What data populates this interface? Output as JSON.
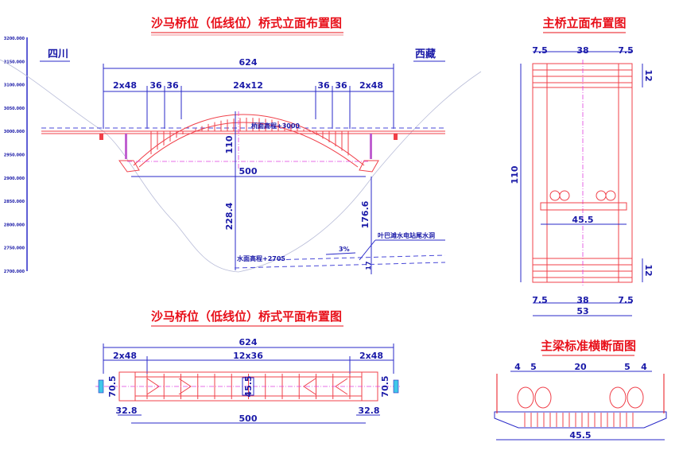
{
  "elevation_view": {
    "title": "沙马桥位（低线位）桥式立面布置图",
    "left_direction": "四川",
    "right_direction": "西藏",
    "scale_ticks": [
      "3200.000",
      "3150.000",
      "3100.000",
      "3050.000",
      "3000.000",
      "2950.000",
      "2900.000",
      "2850.000",
      "2800.000",
      "2750.000",
      "2700.000"
    ],
    "total_span": "624",
    "sub_spans": [
      "2x48",
      "36",
      "36",
      "24x12",
      "36",
      "36",
      "2x48"
    ],
    "arch_span": "500",
    "rise": "110",
    "height_left": "228.4",
    "height_right": "176.6",
    "deck_elevation": "桥面高程+3000",
    "water_elevation": "水面高程+2705",
    "tunnel_label": "叶巴滩水电站尾水洞",
    "slope": "3%",
    "tunnel_dim": "17"
  },
  "tower_view": {
    "title": "主桥立面布置图",
    "top_dims": [
      "7.5",
      "38",
      "7.5"
    ],
    "bottom_dims": [
      "7.5",
      "38",
      "7.5"
    ],
    "total_width": "53",
    "height": "110",
    "top_dim": "12",
    "bottom_dim": "12",
    "deck_width": "45.5"
  },
  "plan_view": {
    "title": "沙马桥位（低线位）桥式平面布置图",
    "total_span": "624",
    "sub_spans": [
      "2x48",
      "12x36",
      "2x48"
    ],
    "width_left": "70.5",
    "width_right": "70.5",
    "deck_width": "45.5",
    "abutment_left": "32.8",
    "abutment_right": "32.8",
    "arch_span": "500"
  },
  "cross_section": {
    "title": "主梁标准横断面图",
    "dims": [
      "4",
      "5",
      "20",
      "5",
      "4"
    ],
    "total_width": "45.5"
  },
  "colors": {
    "title": "#e8101a",
    "dimension": "#1a1aa8",
    "structure": "#f0404a",
    "axis": "#e040e0"
  }
}
